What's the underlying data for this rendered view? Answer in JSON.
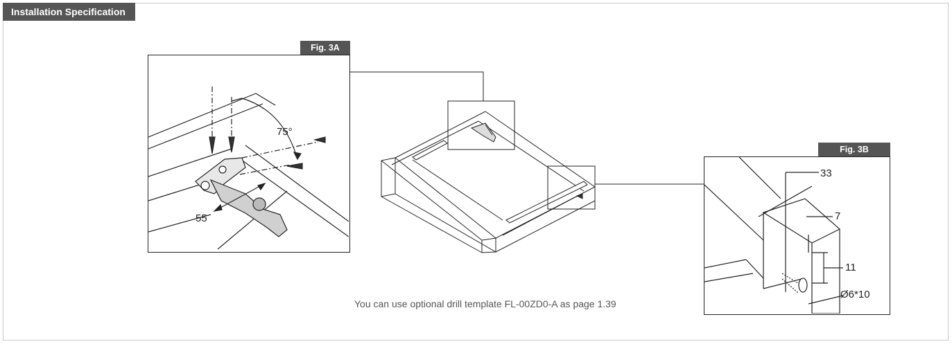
{
  "header": {
    "title": "Installation Specification"
  },
  "fig3a": {
    "label": "Fig. 3A",
    "angle": "75°",
    "distance": "55"
  },
  "fig3b": {
    "label": "Fig. 3B",
    "dim_33": "33",
    "dim_7": "7",
    "dim_11": "11",
    "dim_hole": "Ø6*10"
  },
  "note": "You can use optional drill template FL-00ZD0-A as page 1.39"
}
